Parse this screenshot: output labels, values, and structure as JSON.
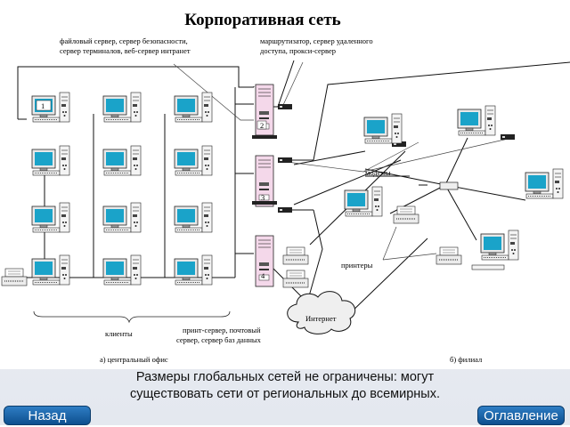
{
  "title": "Корпоративная сеть",
  "labels": {
    "servers_left_1": "файловый сервер, сервер безопасности,",
    "servers_left_2": "сервер терминалов, веб-сервер интранет",
    "servers_right_1": "маршрутизатор, сервер удаленного",
    "servers_right_2": "доступа, прокси-сервер",
    "modems": "модемы",
    "printers": "принтеры",
    "internet": "Интернет",
    "clients": "клиенты",
    "print_server_1": "принт-сервер, почтовый",
    "print_server_2": "сервер, сервер баз данных",
    "central_office": "а)  центральный офис",
    "branch": "б) филиал"
  },
  "markers": [
    "1",
    "2",
    "3",
    "4"
  ],
  "caption_line1": "Размеры глобальных сетей не ограничены: могут",
  "caption_line2": "существовать сети от региональных до всемирных.",
  "nav": {
    "back": "Назад",
    "contents": "Оглавление"
  },
  "colors": {
    "screen": "#1aa3c9",
    "button": "#1a64a8"
  }
}
